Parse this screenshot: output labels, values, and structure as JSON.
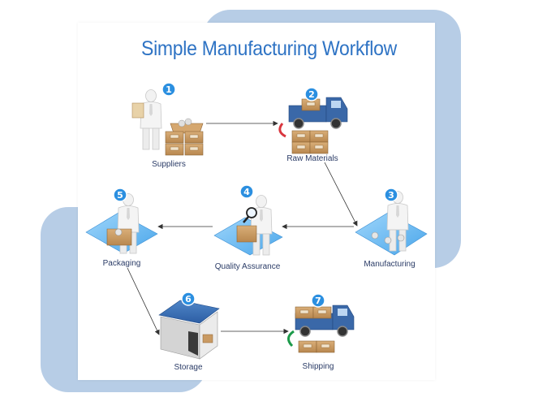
{
  "title": "Simple Manufacturing Workflow",
  "steps": [
    {
      "number": "1",
      "label": "Suppliers"
    },
    {
      "number": "2",
      "label": "Raw Materials"
    },
    {
      "number": "3",
      "label": "Manufacturing"
    },
    {
      "number": "4",
      "label": "Quality Assurance"
    },
    {
      "number": "5",
      "label": "Packaging"
    },
    {
      "number": "6",
      "label": "Storage"
    },
    {
      "number": "7",
      "label": "Shipping"
    }
  ],
  "colors": {
    "title": "#2e73c4",
    "badge": "#2b8fe0",
    "platform": "#67b7f2",
    "truck": "#3a68a8",
    "box": "#c99a63",
    "background_shape": "#b7cde6"
  }
}
